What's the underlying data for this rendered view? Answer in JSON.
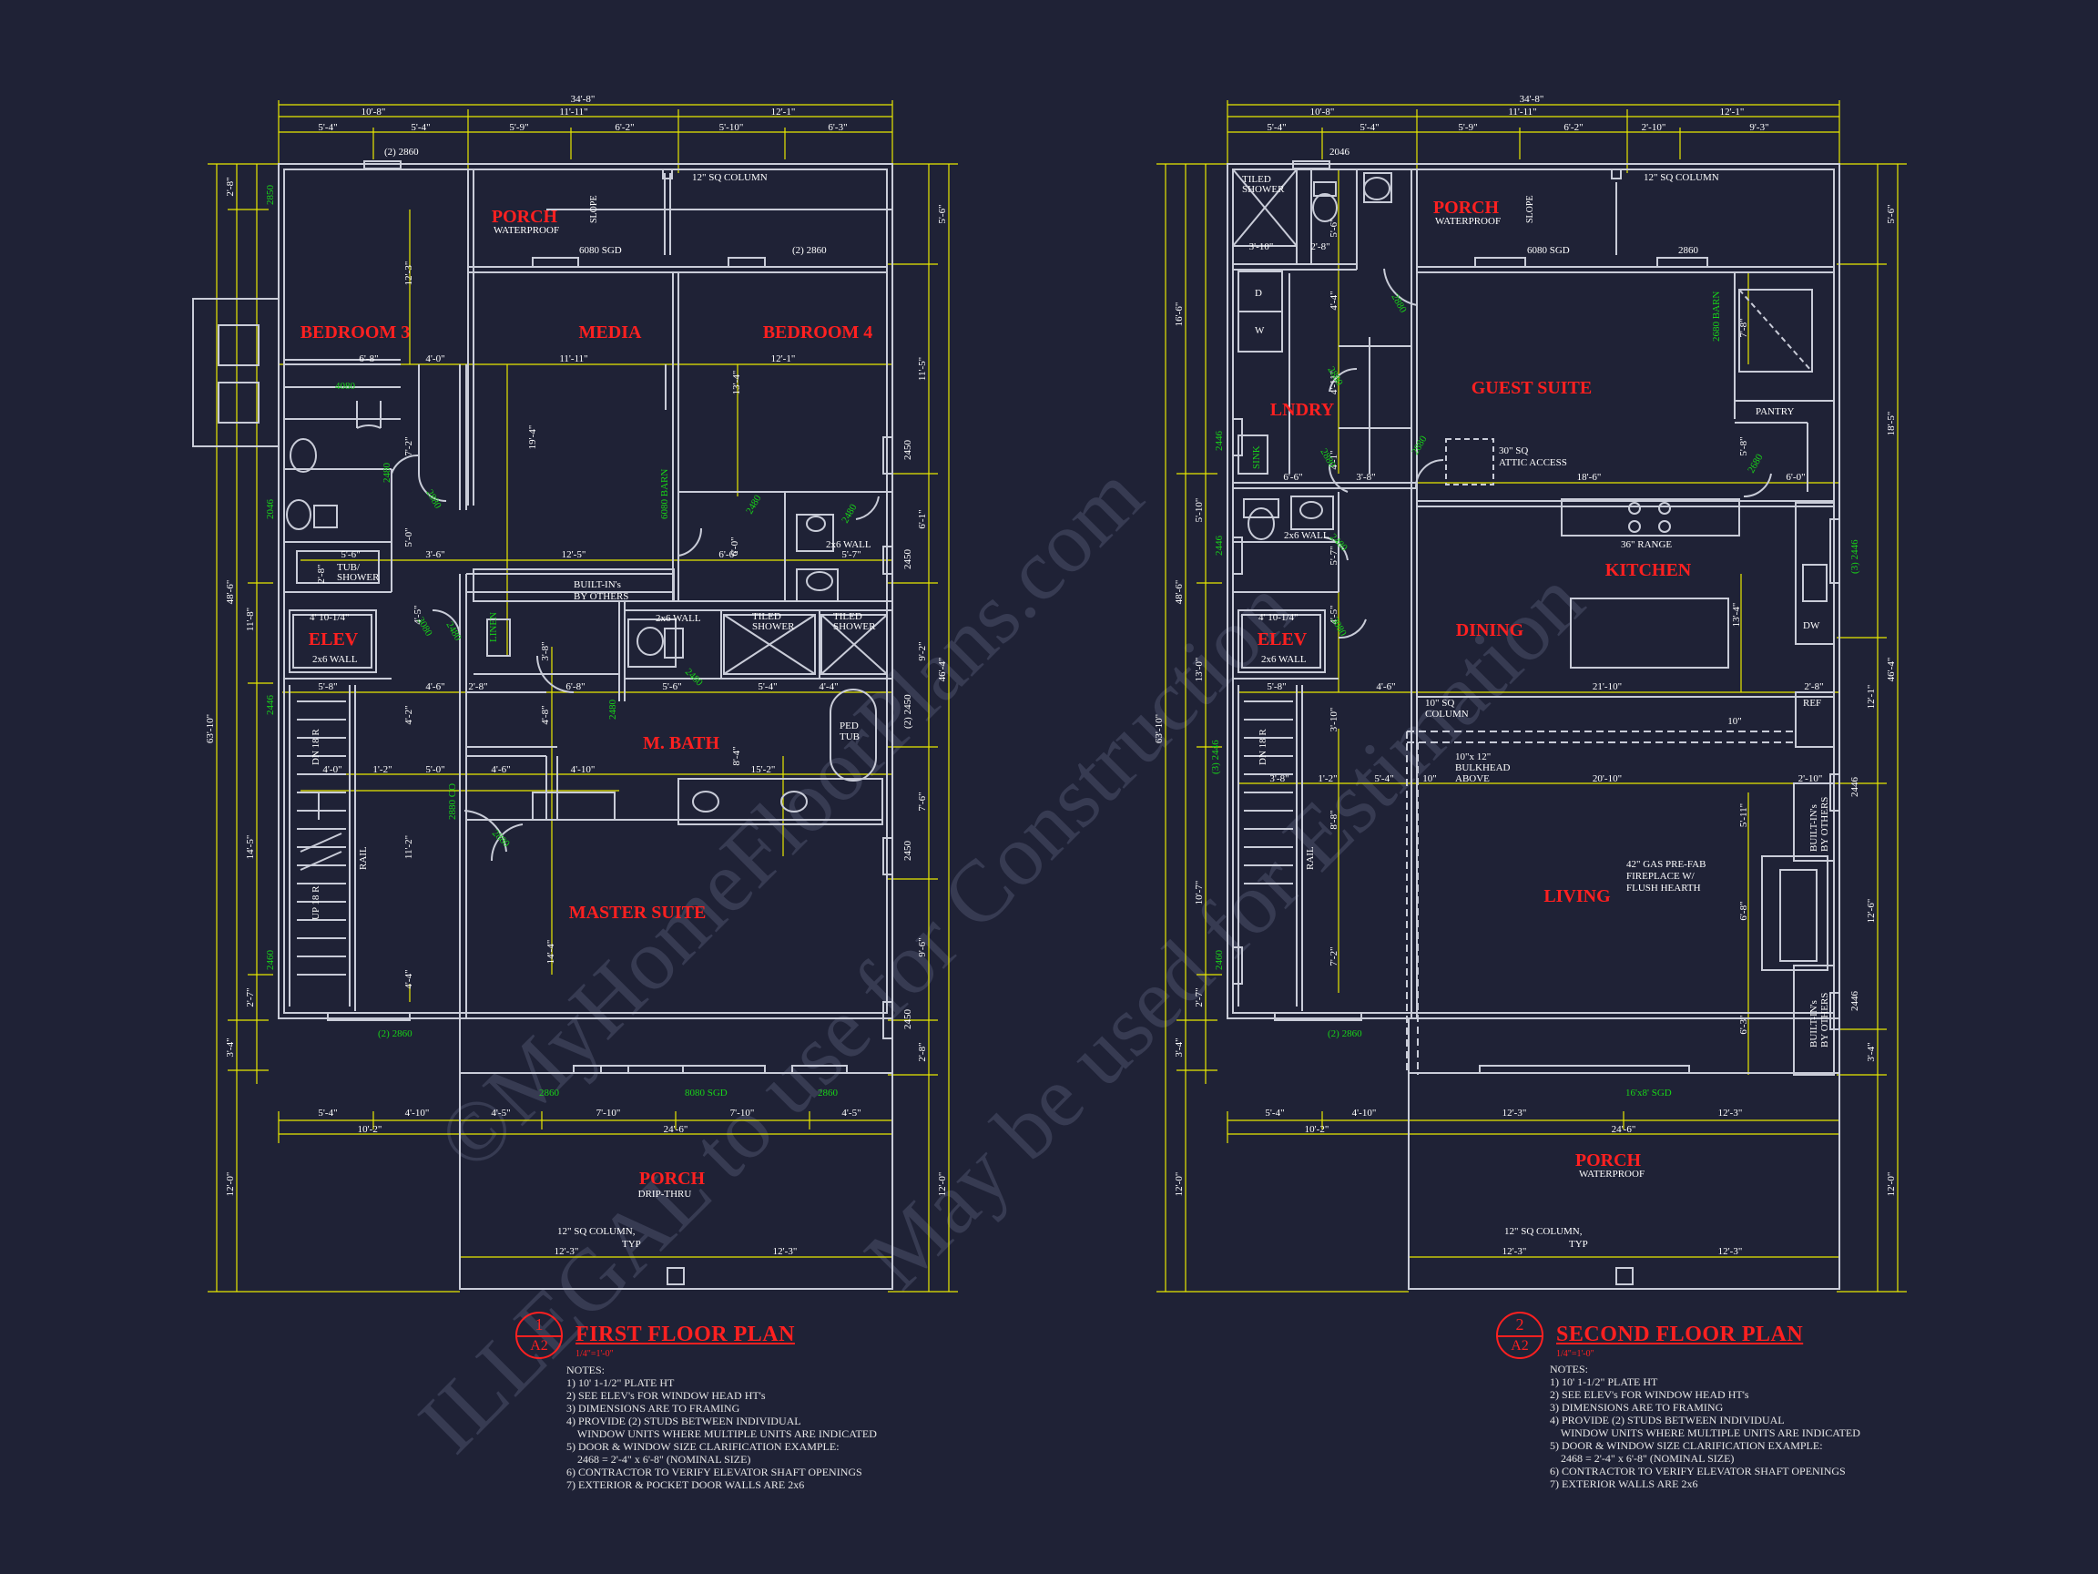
{
  "colors": {
    "background": "#1f2236",
    "walls": "#c9ccd8",
    "dims": "#e8e800",
    "dim_text": "#ffffff",
    "room_label": "#ff2020",
    "fixture_tag": "#18d418",
    "watermark": "#3a3e56"
  },
  "watermark": {
    "line1": "©MyHomeFloorPlans.com",
    "line2": "ILLEGAL to use for Construction",
    "line3": "May be used for Estimation"
  },
  "plan1": {
    "title": "FIRST FLOOR PLAN",
    "number": "1",
    "sheet": "A2",
    "scale": "1/4\"=1'-0\"",
    "overall_width": "34'-8\"",
    "top_dims_row1": [
      "10'-8\"",
      "11'-11\"",
      "12'-1\""
    ],
    "top_dims_row2": [
      "5'-4\"",
      "5'-4\"",
      "5'-9\"",
      "6'-2\"",
      "5'-10\"",
      "6'-3\""
    ],
    "overall_depth": "63'-10\"",
    "left_dims_a": [
      "2'-8\"",
      "48'-6\"",
      "3'-4\"",
      "12'-0\""
    ],
    "left_dims_b": [
      "11'-8\"",
      "14'-5\"",
      "2'-7\""
    ],
    "right_dims": [
      "5'-6\"",
      "11'-5\"",
      "6'-1\"",
      "9'-2\"",
      "46'-4\"",
      "7'-6\"",
      "9'-6\"",
      "2'-8\"",
      "12'-0\""
    ],
    "rooms": {
      "porch_top": "PORCH",
      "porch_top_sub": "WATERPROOF",
      "bedroom3": "BEDROOM 3",
      "media": "MEDIA",
      "bedroom4": "BEDROOM 4",
      "elev": "ELEV",
      "m_bath": "M. BATH",
      "master": "MASTER SUITE",
      "porch_bottom": "PORCH",
      "porch_bottom_sub": "DRIP-THRU"
    },
    "labels": {
      "slope": "SLOPE",
      "column": "12\" SQ COLUMN",
      "sgd_top": "6080 SGD",
      "window_top": "(2) 2860",
      "window_top2": "(2) 2860",
      "builtins": "BUILT-IN's",
      "builtins2": "BY OTHERS",
      "wall1": "2x6 WALL",
      "wall2": "2x6 WALL",
      "wall3": "2x6 WALL",
      "elev_size": "4' 10-1/4\"",
      "tub": "TUB/",
      "tub2": "SHOWER",
      "tiled1": "TILED",
      "tiled1b": "SHOWER",
      "tiled2": "TILED",
      "tiled2b": "SHOWER",
      "ped": "PED",
      "ped2": "TUB",
      "dn": "DN 18 R",
      "up": "UP 18 R",
      "rail": "RAIL",
      "column_typ": "12\" SQ COLUMN,",
      "typ": "TYP",
      "sgd_bottom": "8080 SGD",
      "win_bottom_left": "(2) 2860",
      "linen": "LINEN"
    },
    "tags": {
      "t2850": "2850",
      "t4080": "4080",
      "t2480a": "2480",
      "t2880": "2880",
      "t2046": "2046",
      "t6080b": "6080 BARN",
      "t2480b": "2480",
      "t2480c": "2480",
      "t2480d": "2480",
      "t3080": "3080",
      "t2446": "2446",
      "t2460": "2460",
      "t2450a": "2450",
      "t2450b": "2450",
      "t2450c": "(2) 2450",
      "t2450d": "2450",
      "t2450e": "2450",
      "t2880c": "2880 CO",
      "t2480e": "2480",
      "t2880f": "2880",
      "t2860a": "2860",
      "t2860b": "2860",
      "t2480f": "2480"
    },
    "interior_dims": {
      "d1": "6'-8\"",
      "d2": "4'-0\"",
      "d3": "11'-11\"",
      "d4": "12'-1\"",
      "d5": "12'-3\"",
      "d6": "19'-4\"",
      "d7": "13'-4\"",
      "d8": "7'-2\"",
      "d9": "5'-6\"",
      "d10": "3'-6\"",
      "d11": "12'-5\"",
      "d12": "6'-6\"",
      "d13": "5'-7\"",
      "d14": "6'-0\"",
      "d15": "5'-8\"",
      "d16": "4'-6\"",
      "d17": "2'-8\"",
      "d18": "6'-8\"",
      "d19": "5'-6\"",
      "d20": "5'-4\"",
      "d21": "4'-4\"",
      "d22": "4'-0\"",
      "d23": "1'-2\"",
      "d24": "5'-0\"",
      "d25": "4'-6\"",
      "d26": "4'-10\"",
      "d27": "15'-2\"",
      "d28": "11'-2\"",
      "d29": "14'-4\"",
      "d30": "4'-4\"",
      "d31": "5'-0\"",
      "d32": "4'-5\"",
      "d33": "8'-4\"",
      "d34": "4'-8\"",
      "d35": "3'-8\"",
      "d36": "4'-2\"",
      "d37": "2'-8\""
    },
    "bottom_dims_row1": [
      "5'-4\"",
      "4'-10\"",
      "4'-5\"",
      "7'-10\"",
      "7'-10\"",
      "4'-5\""
    ],
    "bottom_dims_row2": [
      "10'-2\"",
      "24'-6\""
    ],
    "porch_dims": [
      "12'-3\"",
      "12'-3\""
    ],
    "notes": [
      "NOTES:",
      "1) 10' 1-1/2\" PLATE HT",
      "2) SEE ELEV's FOR WINDOW HEAD HT's",
      "3) DIMENSIONS ARE TO FRAMING",
      "4) PROVIDE (2) STUDS BETWEEN INDIVIDUAL",
      "    WINDOW UNITS WHERE MULTIPLE UNITS ARE INDICATED",
      "5) DOOR & WINDOW SIZE CLARIFICATION EXAMPLE:",
      "    2468 = 2'-4\" x 6'-8\" (NOMINAL SIZE)",
      "6) CONTRACTOR TO VERIFY ELEVATOR SHAFT OPENINGS",
      "7) EXTERIOR & POCKET DOOR WALLS ARE 2x6"
    ]
  },
  "plan2": {
    "title": "SECOND FLOOR PLAN",
    "number": "2",
    "sheet": "A2",
    "scale": "1/4\"=1'-0\"",
    "overall_width": "34'-8\"",
    "top_dims_row1": [
      "10'-8\"",
      "11'-11\"",
      "12'-1\""
    ],
    "top_dims_row2": [
      "5'-4\"",
      "5'-4\"",
      "5'-9\"",
      "6'-2\"",
      "2'-10\"",
      "9'-3\""
    ],
    "overall_depth": "63'-10\"",
    "left_dims_a": [
      "16'-6\"",
      "48'-6\"",
      "3'-4\"",
      "12'-0\""
    ],
    "left_dims_b": [
      "5'-10\"",
      "13'-0\"",
      "10'-7\"",
      "2'-7\""
    ],
    "right_dims": [
      "5'-6\"",
      "18'-5\"",
      "46'-4\"",
      "12'-1\"",
      "12'-6\"",
      "3'-4\"",
      "12'-0\""
    ],
    "rooms": {
      "porch_top": "PORCH",
      "porch_top_sub": "WATERPROOF",
      "guest": "GUEST SUITE",
      "lndry": "LNDRY",
      "kitchen": "KITCHEN",
      "dining": "DINING",
      "elev": "ELEV",
      "living": "LIVING",
      "porch_bottom": "PORCH",
      "porch_bottom_sub": "WATERPROOF"
    },
    "labels": {
      "slope": "SLOPE",
      "column": "12\" SQ COLUMN",
      "sgd_top": "6080 SGD",
      "window_top": "2860",
      "window_top0": "2046",
      "tiled": "TILED",
      "tiled2": "SHOWER",
      "d": "D",
      "w": "W",
      "sink": "SINK",
      "attic": "30\" SQ",
      "attic2": "ATTIC ACCESS",
      "pantry": "PANTRY",
      "range": "36\" RANGE",
      "dw": "DW",
      "ref": "REF",
      "wall": "2x6 WALL",
      "wall2": "2x6 WALL",
      "elev_size": "4' 10-1/4\"",
      "col10": "10\" SQ",
      "col10b": "COLUMN",
      "bulk": "10\"x 12\"",
      "bulk2": "BULKHEAD",
      "bulk3": "ABOVE",
      "fire1": "42\" GAS PRE-FAB",
      "fire2": "FIREPLACE W/",
      "fire3": "FLUSH HEARTH",
      "builtins": "BUILT-IN's",
      "builtins2": "BY OTHERS",
      "builtins3": "BUILT-IN's",
      "builtins4": "BY OTHERS",
      "dn": "DN 18 R",
      "rail": "RAIL",
      "sgd_bottom": "16'x8' SGD",
      "win_bottom_left": "(2) 2860",
      "column_typ": "12\" SQ COLUMN,",
      "typ": "TYP"
    },
    "tags": {
      "t2680": "2680 BARN",
      "t2880a": "2880",
      "t2880b": "2880",
      "t2880c": "2880",
      "t2880d": "2880",
      "t2680b": "2680",
      "t2446a": "2446",
      "t2446b": "2446",
      "t3080": "3080",
      "t2446c": "(3) 2446",
      "t2460": "2460",
      "t2446d": "(3) 2446",
      "t2446e": "2446",
      "t2446f": "2446",
      "t2880e": "2880",
      "t2480": "2480"
    },
    "interior_dims": {
      "d1": "3'-10\"",
      "d2": "2'-8\"",
      "d3": "5'-6\"",
      "d4": "4'-4\"",
      "d5": "4'-11\"",
      "d6": "6'-6\"",
      "d7": "4'-1\"",
      "d8": "3'-8\"",
      "d9": "18'-6\"",
      "d10": "7'-8\"",
      "d11": "5'-8\"",
      "d12": "6'-0\"",
      "d13": "5'-7\"",
      "d14": "4'-5\"",
      "d15": "13'-4\"",
      "d16": "5'-8\"",
      "d17": "4'-6\"",
      "d18": "21'-10\"",
      "d19": "2'-8\"",
      "d20": "3'-10\"",
      "d21": "10\"",
      "d22": "3'-8\"",
      "d23": "1'-2\"",
      "d24": "5'-4\"",
      "d25": "10\"",
      "d26": "20'-10\"",
      "d27": "2'-10\"",
      "d28": "8'-8\"",
      "d29": "5'-11\"",
      "d30": "6'-8\"",
      "d31": "7'-2\"",
      "d32": "6'-3\""
    },
    "bottom_dims_row1": [
      "5'-4\"",
      "4'-10\"",
      "12'-3\"",
      "12'-3\""
    ],
    "bottom_dims_row2": [
      "10'-2\"",
      "24'-6\""
    ],
    "porch_dims": [
      "12'-3\"",
      "12'-3\""
    ],
    "notes": [
      "NOTES:",
      "1) 10' 1-1/2\" PLATE HT",
      "2) SEE ELEV's FOR WINDOW HEAD HT's",
      "3) DIMENSIONS ARE TO FRAMING",
      "4) PROVIDE (2) STUDS BETWEEN INDIVIDUAL",
      "    WINDOW UNITS WHERE MULTIPLE UNITS ARE INDICATED",
      "5) DOOR & WINDOW SIZE CLARIFICATION EXAMPLE:",
      "    2468 = 2'-4\" x 6'-8\" (NOMINAL SIZE)",
      "6) CONTRACTOR TO VERIFY ELEVATOR SHAFT OPENINGS",
      "7) EXTERIOR WALLS ARE 2x6"
    ]
  }
}
